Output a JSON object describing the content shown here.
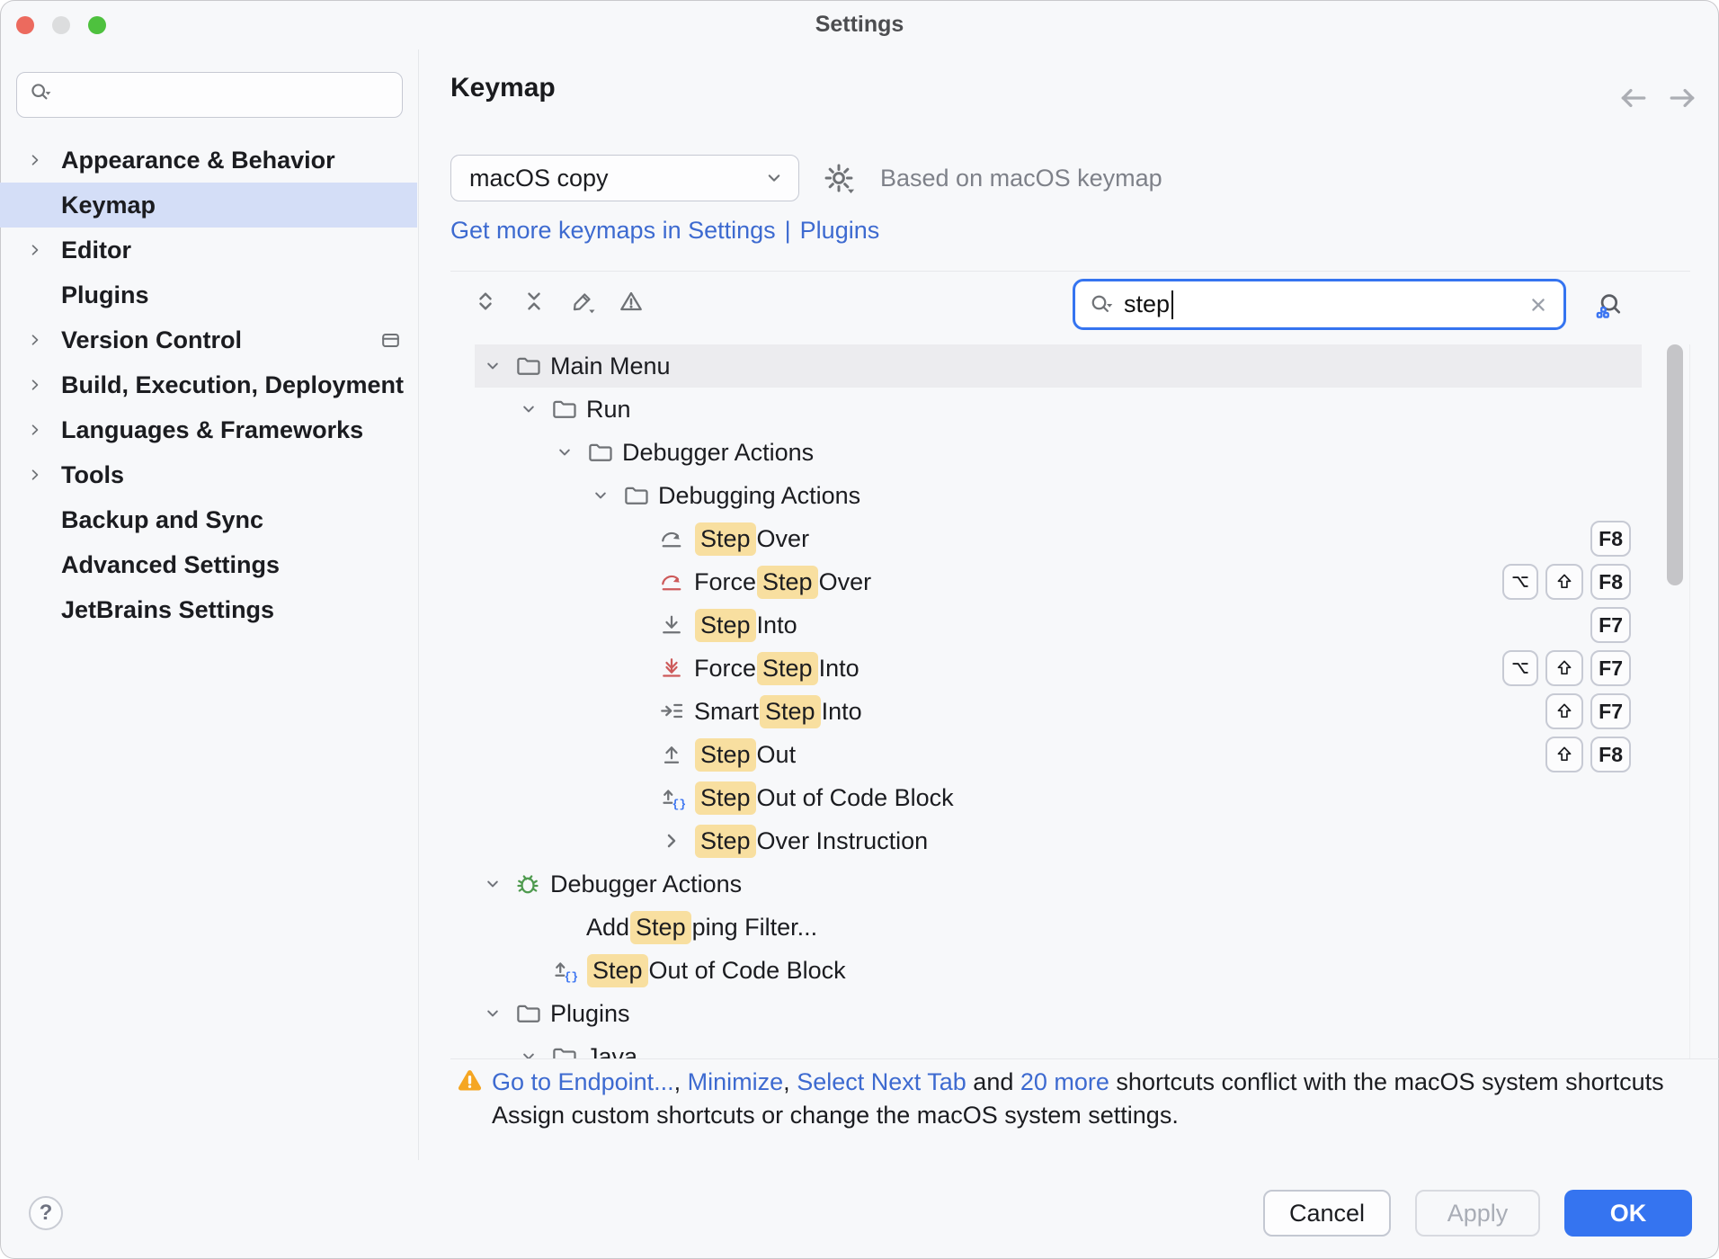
{
  "window": {
    "title": "Settings"
  },
  "colors": {
    "accent_blue": "#3574F0",
    "link_blue": "#3D6AD0",
    "match_highlight": "#F8DFA0",
    "sidebar_selected": "#D4DEF7",
    "tree_selected": "#ECECEF",
    "warning_orange": "#F5A623",
    "force_red": "#CD5A5A",
    "bug_green": "#4E9A4E",
    "traffic_close": "#EC6A5E",
    "traffic_minimize": "#DCDDDE",
    "traffic_zoom": "#4EC13E"
  },
  "sidebar": {
    "search_placeholder": "",
    "items": [
      {
        "label": "Appearance & Behavior",
        "expandable": true
      },
      {
        "label": "Keymap",
        "selected": true
      },
      {
        "label": "Editor",
        "expandable": true
      },
      {
        "label": "Plugins"
      },
      {
        "label": "Version Control",
        "expandable": true,
        "trailing_icon": "card-icon"
      },
      {
        "label": "Build, Execution, Deployment",
        "expandable": true
      },
      {
        "label": "Languages & Frameworks",
        "expandable": true
      },
      {
        "label": "Tools",
        "expandable": true
      },
      {
        "label": "Backup and Sync"
      },
      {
        "label": "Advanced Settings"
      },
      {
        "label": "JetBrains Settings"
      }
    ]
  },
  "header": {
    "title": "Keymap"
  },
  "keymap_bar": {
    "selected_keymap": "macOS copy",
    "based_on": "Based on macOS keymap"
  },
  "links": {
    "get_more": "Get more keymaps in Settings",
    "separator": "|",
    "plugins": "Plugins"
  },
  "toolbar": {
    "icons": [
      "expand-all",
      "collapse-all",
      "edit",
      "warn-outline"
    ]
  },
  "search": {
    "query": "step"
  },
  "tree": {
    "rows": [
      {
        "name": "main-menu",
        "level": 0,
        "expander": "down",
        "icon": "folder",
        "parts": [
          {
            "t": "Main Menu"
          }
        ],
        "keys": [],
        "selected": true
      },
      {
        "name": "run",
        "level": 1,
        "expander": "down",
        "icon": "folder",
        "parts": [
          {
            "t": "Run"
          }
        ],
        "keys": []
      },
      {
        "name": "debugger-actions-folder",
        "level": 2,
        "expander": "down",
        "icon": "folder",
        "parts": [
          {
            "t": "Debugger Actions"
          }
        ],
        "keys": []
      },
      {
        "name": "debugging-actions-folder",
        "level": 3,
        "expander": "down",
        "icon": "folder",
        "parts": [
          {
            "t": "Debugging Actions"
          }
        ],
        "keys": []
      },
      {
        "name": "step-over",
        "level": 4,
        "expander": "none",
        "icon": "step-over",
        "parts": [
          {
            "t": "Step",
            "hl": true
          },
          {
            "t": " Over"
          }
        ],
        "keys": [
          "F8"
        ]
      },
      {
        "name": "force-step-over",
        "level": 4,
        "expander": "none",
        "icon": "force-step-over",
        "parts": [
          {
            "t": "Force "
          },
          {
            "t": "Step",
            "hl": true
          },
          {
            "t": " Over"
          }
        ],
        "keys": [
          "opt",
          "shift",
          "F8"
        ]
      },
      {
        "name": "step-into",
        "level": 4,
        "expander": "none",
        "icon": "step-into",
        "parts": [
          {
            "t": "Step",
            "hl": true
          },
          {
            "t": " Into"
          }
        ],
        "keys": [
          "F7"
        ]
      },
      {
        "name": "force-step-into",
        "level": 4,
        "expander": "none",
        "icon": "force-step-into",
        "parts": [
          {
            "t": "Force "
          },
          {
            "t": "Step",
            "hl": true
          },
          {
            "t": " Into"
          }
        ],
        "keys": [
          "opt",
          "shift",
          "F7"
        ]
      },
      {
        "name": "smart-step-into",
        "level": 4,
        "expander": "none",
        "icon": "smart-step-into",
        "parts": [
          {
            "t": "Smart "
          },
          {
            "t": "Step",
            "hl": true
          },
          {
            "t": " Into"
          }
        ],
        "keys": [
          "shift",
          "F7"
        ]
      },
      {
        "name": "step-out",
        "level": 4,
        "expander": "none",
        "icon": "step-out",
        "parts": [
          {
            "t": "Step",
            "hl": true
          },
          {
            "t": " Out"
          }
        ],
        "keys": [
          "shift",
          "F8"
        ]
      },
      {
        "name": "step-out-of-code-block",
        "level": 4,
        "expander": "none",
        "icon": "step-out-block",
        "parts": [
          {
            "t": "Step",
            "hl": true
          },
          {
            "t": " Out of Code Block"
          }
        ],
        "keys": []
      },
      {
        "name": "step-over-instruction",
        "level": 4,
        "expander": "none",
        "icon": "chevron-right-lg",
        "parts": [
          {
            "t": "Step",
            "hl": true
          },
          {
            "t": " Over Instruction"
          }
        ],
        "keys": []
      },
      {
        "name": "debugger-actions-group",
        "level": 0,
        "expander": "down",
        "icon": "bug",
        "parts": [
          {
            "t": "Debugger Actions"
          }
        ],
        "keys": []
      },
      {
        "name": "add-stepping-filter",
        "level": 1,
        "expander": "none",
        "icon": null,
        "parts": [
          {
            "t": "Add "
          },
          {
            "t": "Step",
            "hl": true
          },
          {
            "t": "ping Filter..."
          }
        ],
        "keys": []
      },
      {
        "name": "step-out-of-code-block-2",
        "level": 1,
        "expander": "none",
        "icon": "step-out-block",
        "parts": [
          {
            "t": "Step",
            "hl": true
          },
          {
            "t": " Out of Code Block"
          }
        ],
        "keys": []
      },
      {
        "name": "plugins-folder",
        "level": 0,
        "expander": "down",
        "icon": "folder",
        "parts": [
          {
            "t": "Plugins"
          }
        ],
        "keys": []
      },
      {
        "name": "java-folder",
        "level": 1,
        "expander": "down",
        "icon": "folder",
        "parts": [
          {
            "t": "Java"
          }
        ],
        "keys": []
      }
    ]
  },
  "warning": {
    "line1_segments": [
      {
        "t": "Go to Endpoint...",
        "link": true
      },
      {
        "t": ", "
      },
      {
        "t": "Minimize",
        "link": true
      },
      {
        "t": ", "
      },
      {
        "t": "Select Next Tab",
        "link": true
      },
      {
        "t": " and "
      },
      {
        "t": "20 more",
        "link": true
      },
      {
        "t": " shortcuts conflict with the macOS system shortcuts"
      }
    ],
    "line2": "Assign custom shortcuts or change the macOS system settings."
  },
  "footer": {
    "help": "?",
    "cancel": "Cancel",
    "apply": "Apply",
    "ok": "OK"
  }
}
